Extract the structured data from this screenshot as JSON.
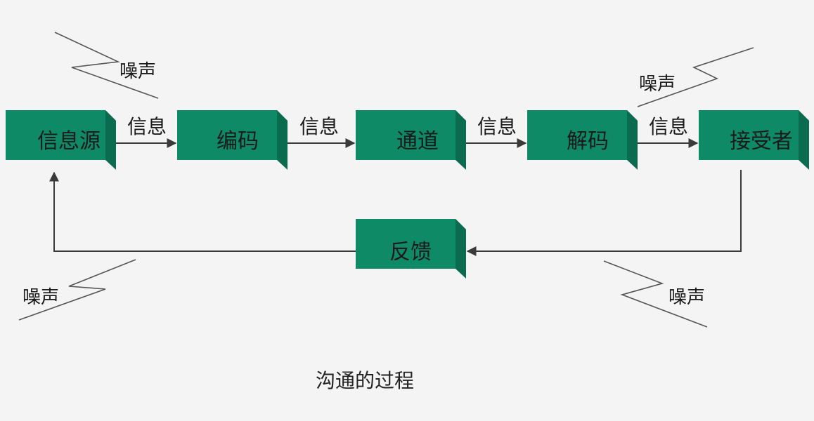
{
  "title": "沟通的过程",
  "colors": {
    "box_front": "#0f8a66",
    "box_top": "#2aaf85",
    "box_side": "#0a6b4f",
    "line": "#3a3a3a"
  },
  "nodes": {
    "source": "信息源",
    "encode": "编码",
    "channel": "通道",
    "decode": "解码",
    "receiver": "接受者",
    "feedback": "反馈"
  },
  "edges": {
    "e1": "信息",
    "e2": "信息",
    "e3": "信息",
    "e4": "信息"
  },
  "noise": {
    "n1": "噪声",
    "n2": "噪声",
    "n3": "噪声",
    "n4": "噪声"
  }
}
